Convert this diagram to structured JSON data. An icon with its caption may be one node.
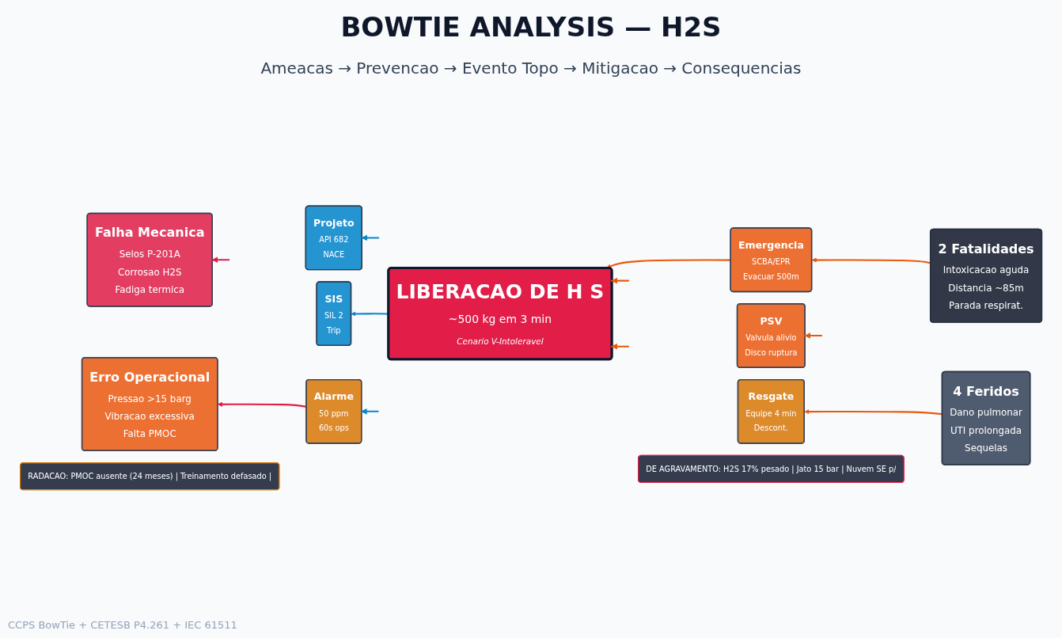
{
  "diagram": {
    "title": "BOWTIE ANALYSIS — H2S",
    "nodes": [
      {
        "text": [
          "Falha Mecanica",
          "Selos P-201A",
          "Corrosao H2S",
          "Fadiga termica"
        ]
      },
      {
        "text": [
          "Erro Operacional",
          "Pressao >15 barg",
          "Vibracao excessiva",
          "Falta PMOC"
        ]
      },
      {
        "text": [
          "Projeto",
          "API 682",
          "NACE"
        ]
      },
      {
        "text": [
          "SIS",
          "SIL 2",
          "Trip"
        ]
      },
      {
        "text": [
          "Alarme",
          "50 ppm",
          "60s ops"
        ]
      },
      {
        "text": [
          "LIBERACAO DE H S",
          "~500 kg em 3 min",
          "Cenario V-Intoleravel"
        ]
      },
      {
        "text": [
          "PSV",
          "Valvula alivio",
          "Disco ruptura"
        ]
      },
      {
        "text": [
          "Emergencia",
          "SCBA/EPR",
          "Evacuar 500m"
        ]
      },
      {
        "text": [
          "Resgate",
          "Equipe 4 min",
          "Descont."
        ]
      },
      {
        "text": [
          "2 Fatalidades",
          "Intoxicacao aguda",
          "Distancia ~85m",
          "Parada respirat."
        ]
      },
      {
        "text": [
          "4 Feridos",
          "Dano pulmonar",
          "UTI prolongada",
          "Sequelas"
        ]
      },
      {
        "text": [
          "RADACAO: PMOC ausente (24 meses) | Treinamento defasado |"
        ]
      },
      {
        "text": [
          "DE AGRAVAMENTO: H2S 17% pesado | Jato 15 bar | Nuvem SE p/"
        ]
      }
    ],
    "edges": [
      {
        "from": null,
        "to": 2,
        "arrow": "to",
        "color": "#0b84c6"
      },
      {
        "from": 5,
        "to": 3,
        "arrow": "to",
        "color": "#0b84c6"
      },
      {
        "from": null,
        "to": 4,
        "arrow": "to",
        "color": "#0b84c6"
      },
      {
        "from": null,
        "to": 0,
        "arrow": "to",
        "color": "#e11d48"
      },
      {
        "from": 4,
        "to": 1,
        "arrow": "to",
        "color": "#e11d48"
      },
      {
        "from": null,
        "to": 5,
        "arrow": "to"
      },
      {
        "from": 7,
        "to": 5,
        "arrow": "to"
      },
      {
        "from": null,
        "to": 5,
        "arrow": "to"
      },
      {
        "from": null,
        "to": 6,
        "arrow": "to"
      },
      {
        "from": 9,
        "to": 7,
        "arrow": "to"
      },
      {
        "from": 10,
        "to": 8,
        "arrow": "to"
      }
    ],
    "labels": [
      "Ameacas → Prevencao → Evento Topo → Mitigacao → Consequencias",
      "CCPS BowTie + CETESB P4.261 + IEC 61511"
    ]
  }
}
